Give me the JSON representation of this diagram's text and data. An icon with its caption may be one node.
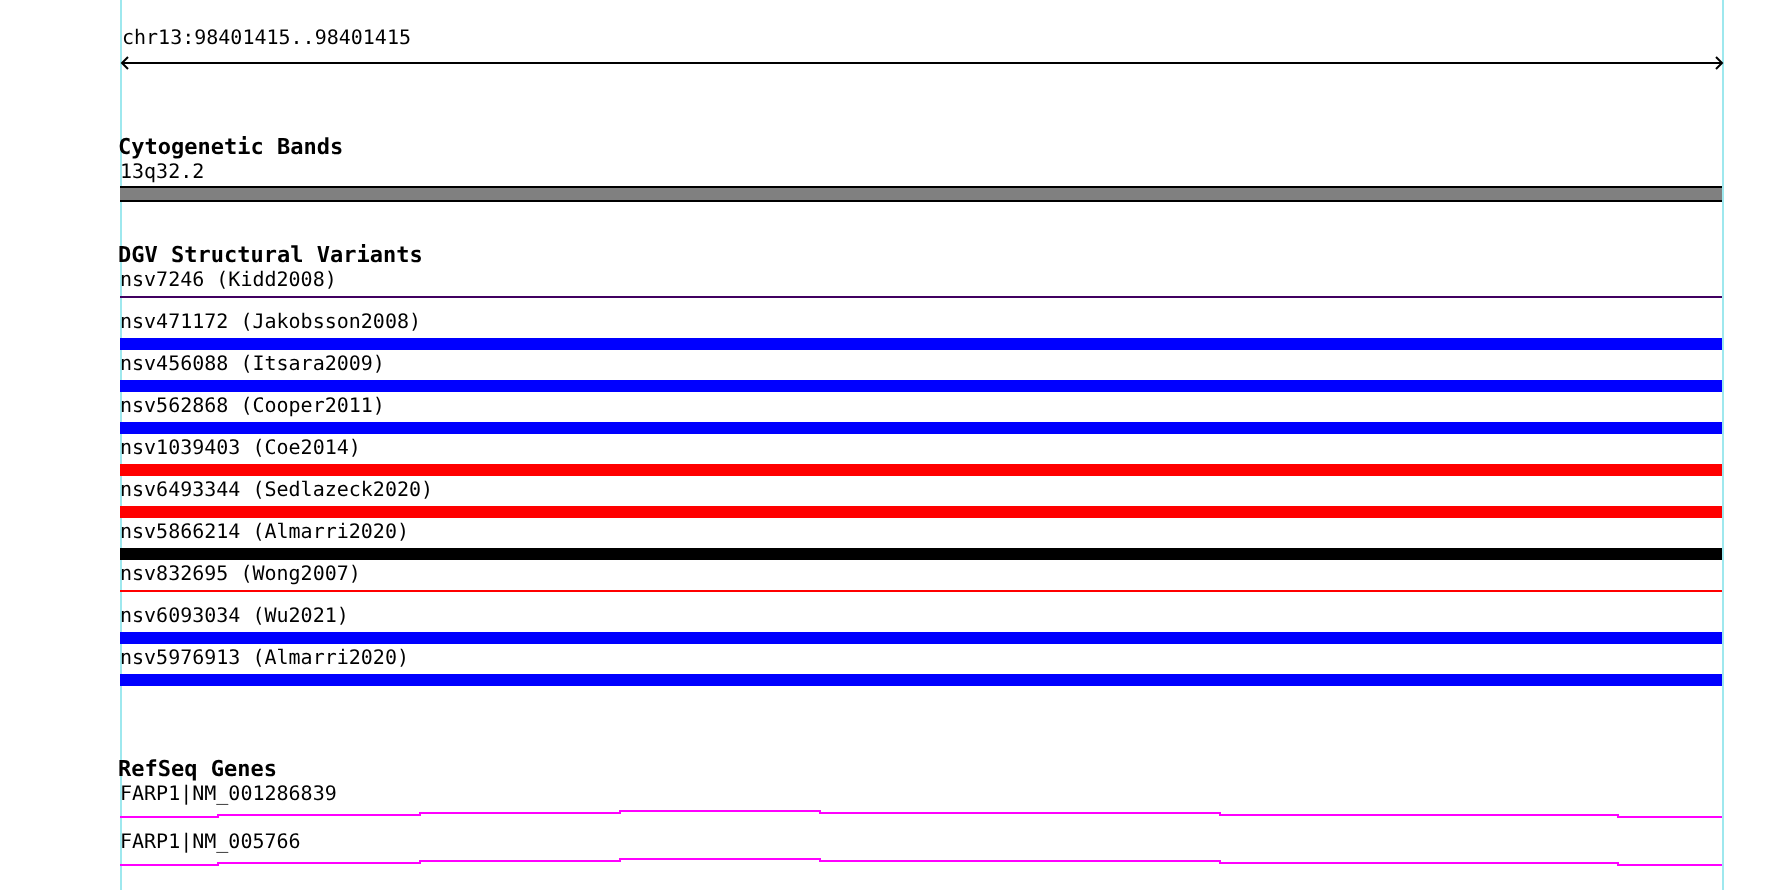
{
  "diagram": {
    "title": "chr13:98401415..98401415",
    "nodes": [
      {
        "text": [
          "Cytogenetic Bands"
        ]
      },
      {
        "text": [
          "13q32.2"
        ],
        "in": 0
      },
      {
        "text": [
          "DGV Structural Variants"
        ]
      },
      {
        "text": [
          "nsv7246 (Kidd2008)"
        ],
        "in": 2
      },
      {
        "text": [
          "nsv471172 (Jakobsson2008)"
        ],
        "in": 2
      },
      {
        "text": [
          "nsv456088 (Itsara2009)"
        ],
        "in": 2
      },
      {
        "text": [
          "nsv562868 (Cooper2011)"
        ],
        "in": 2
      },
      {
        "text": [
          "nsv1039403 (Coe2014)"
        ],
        "in": 2
      },
      {
        "text": [
          "nsv6493344 (Sedlazeck2020)"
        ],
        "in": 2
      },
      {
        "text": [
          "nsv5866214 (Almarri2020)"
        ],
        "in": 2
      },
      {
        "text": [
          "nsv832695 (Wong2007)"
        ],
        "in": 2
      },
      {
        "text": [
          "nsv6093034 (Wu2021)"
        ],
        "in": 2
      },
      {
        "text": [
          "nsv5976913 (Almarri2020)"
        ],
        "in": 2
      },
      {
        "text": [
          "RefSeq Genes"
        ]
      },
      {
        "text": [
          "FARP1|NM_001286839"
        ],
        "in": 13
      },
      {
        "text": [
          "FARP1|NM_005766"
        ],
        "in": 13
      }
    ],
    "edges": []
  }
}
